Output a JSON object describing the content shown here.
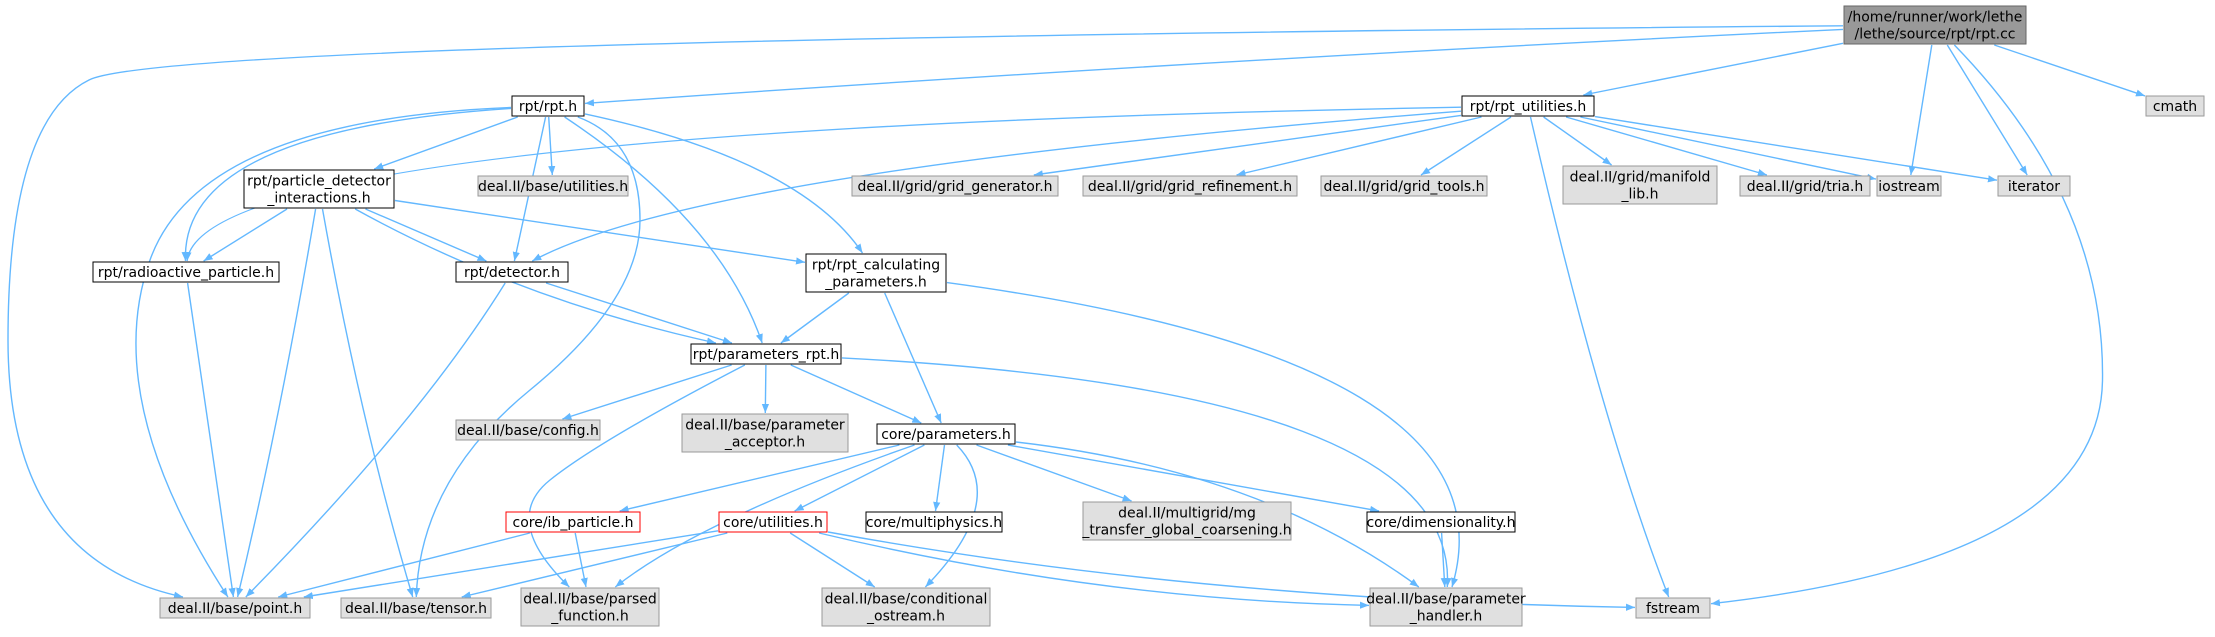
{
  "title": "",
  "colors": {
    "edge": "#63b8ff",
    "root_fill": "#999999",
    "root_stroke": "#666666",
    "node_fill": "#ffffff",
    "node_stroke": "#000000",
    "external_fill": "#e0e0e0",
    "external_stroke": "#999999",
    "truncated_stroke": "#ff0000"
  },
  "nodes": [
    {
      "id": "rpt_cc",
      "lines": [
        "/home/runner/work/lethe",
        "/lethe/source/rpt/rpt.cc"
      ],
      "style": "root"
    },
    {
      "id": "rpt_h",
      "lines": [
        "rpt/rpt.h"
      ],
      "style": "normal"
    },
    {
      "id": "rpt_utilities",
      "lines": [
        "rpt/rpt_utilities.h"
      ],
      "style": "normal"
    },
    {
      "id": "cmath",
      "lines": [
        "cmath"
      ],
      "style": "external"
    },
    {
      "id": "particle_detector",
      "lines": [
        "rpt/particle_detector",
        "_interactions.h"
      ],
      "style": "normal"
    },
    {
      "id": "base_utilities",
      "lines": [
        "deal.II/base/utilities.h"
      ],
      "style": "external"
    },
    {
      "id": "grid_generator",
      "lines": [
        "deal.II/grid/grid_generator.h"
      ],
      "style": "external"
    },
    {
      "id": "grid_refinement",
      "lines": [
        "deal.II/grid/grid_refinement.h"
      ],
      "style": "external"
    },
    {
      "id": "grid_tools",
      "lines": [
        "deal.II/grid/grid_tools.h"
      ],
      "style": "external"
    },
    {
      "id": "manifold_lib",
      "lines": [
        "deal.II/grid/manifold",
        "_lib.h"
      ],
      "style": "external"
    },
    {
      "id": "tria",
      "lines": [
        "deal.II/grid/tria.h"
      ],
      "style": "external"
    },
    {
      "id": "iostream",
      "lines": [
        "iostream"
      ],
      "style": "external"
    },
    {
      "id": "iterator",
      "lines": [
        "iterator"
      ],
      "style": "external"
    },
    {
      "id": "radioactive",
      "lines": [
        "rpt/radioactive_particle.h"
      ],
      "style": "normal"
    },
    {
      "id": "detector",
      "lines": [
        "rpt/detector.h"
      ],
      "style": "normal"
    },
    {
      "id": "rpt_calculating",
      "lines": [
        "rpt/rpt_calculating",
        "_parameters.h"
      ],
      "style": "normal"
    },
    {
      "id": "parameters_rpt",
      "lines": [
        "rpt/parameters_rpt.h"
      ],
      "style": "normal"
    },
    {
      "id": "config",
      "lines": [
        "deal.II/base/config.h"
      ],
      "style": "external"
    },
    {
      "id": "param_acceptor",
      "lines": [
        "deal.II/base/parameter",
        "_acceptor.h"
      ],
      "style": "external"
    },
    {
      "id": "core_parameters",
      "lines": [
        "core/parameters.h"
      ],
      "style": "normal"
    },
    {
      "id": "ib_particle",
      "lines": [
        "core/ib_particle.h"
      ],
      "style": "truncated"
    },
    {
      "id": "core_utilities",
      "lines": [
        "core/utilities.h"
      ],
      "style": "truncated"
    },
    {
      "id": "multiphysics",
      "lines": [
        "core/multiphysics.h"
      ],
      "style": "normal"
    },
    {
      "id": "mg_transfer",
      "lines": [
        "deal.II/multigrid/mg",
        "_transfer_global_coarsening.h"
      ],
      "style": "external"
    },
    {
      "id": "dimensionality",
      "lines": [
        "core/dimensionality.h"
      ],
      "style": "normal"
    },
    {
      "id": "point",
      "lines": [
        "deal.II/base/point.h"
      ],
      "style": "external"
    },
    {
      "id": "tensor",
      "lines": [
        "deal.II/base/tensor.h"
      ],
      "style": "external"
    },
    {
      "id": "parsed_function",
      "lines": [
        "deal.II/base/parsed",
        "_function.h"
      ],
      "style": "external"
    },
    {
      "id": "cond_ostream",
      "lines": [
        "deal.II/base/conditional",
        "_ostream.h"
      ],
      "style": "external"
    },
    {
      "id": "param_handler",
      "lines": [
        "deal.II/base/parameter",
        "_handler.h"
      ],
      "style": "external"
    },
    {
      "id": "fstream",
      "lines": [
        "fstream"
      ],
      "style": "external"
    }
  ],
  "edges": [
    [
      "rpt_cc",
      "rpt_h"
    ],
    [
      "rpt_cc",
      "rpt_utilities"
    ],
    [
      "rpt_cc",
      "cmath"
    ],
    [
      "rpt_cc",
      "iostream"
    ],
    [
      "rpt_cc",
      "iterator"
    ],
    [
      "rpt_cc",
      "fstream"
    ],
    [
      "rpt_cc",
      "point"
    ],
    [
      "rpt_h",
      "particle_detector"
    ],
    [
      "rpt_h",
      "base_utilities"
    ],
    [
      "rpt_h",
      "radioactive"
    ],
    [
      "rpt_h",
      "detector"
    ],
    [
      "rpt_h",
      "rpt_calculating"
    ],
    [
      "rpt_h",
      "parameters_rpt"
    ],
    [
      "rpt_h",
      "point"
    ],
    [
      "rpt_h",
      "tensor"
    ],
    [
      "rpt_utilities",
      "grid_generator"
    ],
    [
      "rpt_utilities",
      "grid_refinement"
    ],
    [
      "rpt_utilities",
      "grid_tools"
    ],
    [
      "rpt_utilities",
      "manifold_lib"
    ],
    [
      "rpt_utilities",
      "tria"
    ],
    [
      "rpt_utilities",
      "iostream"
    ],
    [
      "rpt_utilities",
      "iterator"
    ],
    [
      "rpt_utilities",
      "fstream"
    ],
    [
      "rpt_utilities",
      "radioactive"
    ],
    [
      "rpt_utilities",
      "detector"
    ],
    [
      "particle_detector",
      "radioactive"
    ],
    [
      "particle_detector",
      "detector"
    ],
    [
      "particle_detector",
      "rpt_calculating"
    ],
    [
      "particle_detector",
      "parameters_rpt"
    ],
    [
      "particle_detector",
      "point"
    ],
    [
      "particle_detector",
      "tensor"
    ],
    [
      "radioactive",
      "point"
    ],
    [
      "detector",
      "parameters_rpt"
    ],
    [
      "detector",
      "point"
    ],
    [
      "rpt_calculating",
      "parameters_rpt"
    ],
    [
      "rpt_calculating",
      "core_parameters"
    ],
    [
      "rpt_calculating",
      "param_handler"
    ],
    [
      "parameters_rpt",
      "config"
    ],
    [
      "parameters_rpt",
      "param_acceptor"
    ],
    [
      "parameters_rpt",
      "core_parameters"
    ],
    [
      "parameters_rpt",
      "parsed_function"
    ],
    [
      "parameters_rpt",
      "param_handler"
    ],
    [
      "core_parameters",
      "ib_particle"
    ],
    [
      "core_parameters",
      "core_utilities"
    ],
    [
      "core_parameters",
      "multiphysics"
    ],
    [
      "core_parameters",
      "mg_transfer"
    ],
    [
      "core_parameters",
      "dimensionality"
    ],
    [
      "core_parameters",
      "parsed_function"
    ],
    [
      "core_parameters",
      "cond_ostream"
    ],
    [
      "core_parameters",
      "param_handler"
    ],
    [
      "ib_particle",
      "point"
    ],
    [
      "ib_particle",
      "parsed_function"
    ],
    [
      "core_utilities",
      "point"
    ],
    [
      "core_utilities",
      "tensor"
    ],
    [
      "core_utilities",
      "cond_ostream"
    ],
    [
      "core_utilities",
      "param_handler"
    ],
    [
      "core_utilities",
      "fstream"
    ],
    [
      "dimensionality",
      "param_handler"
    ]
  ]
}
